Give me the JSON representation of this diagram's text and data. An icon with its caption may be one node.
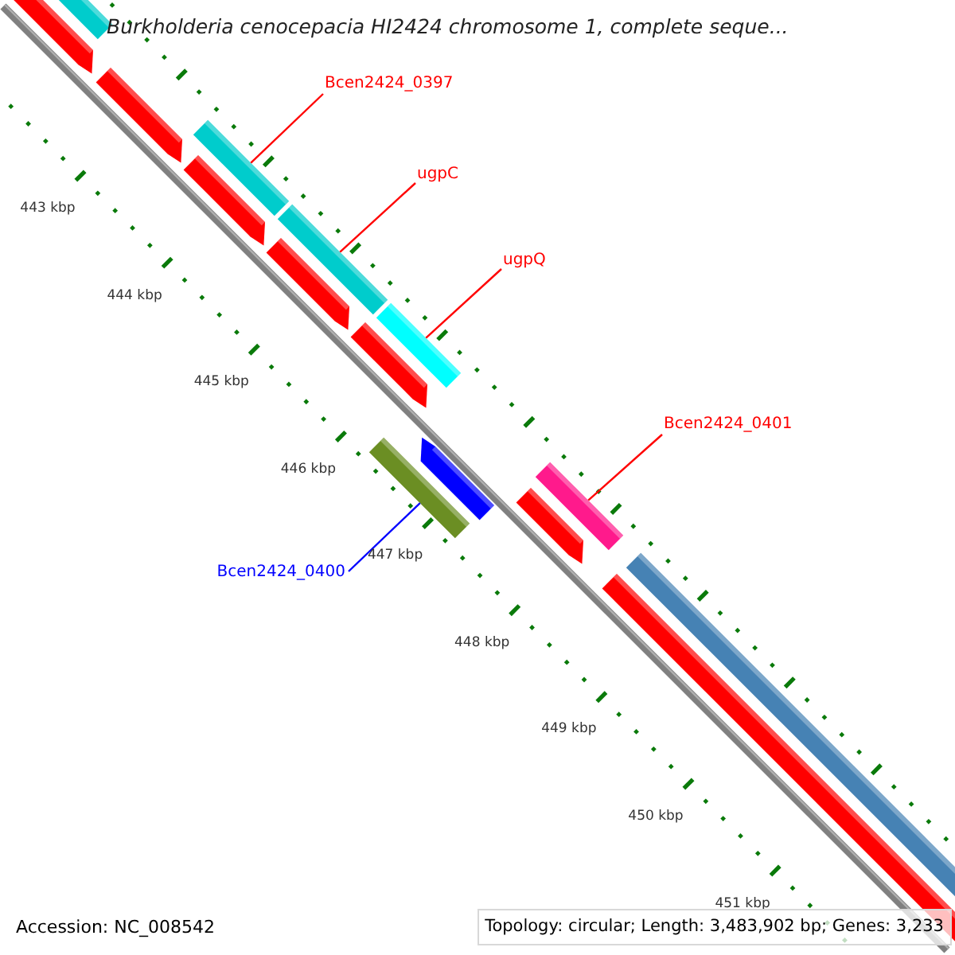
{
  "diagram": {
    "title": "Burkholderia cenocepacia HI2424 chromosome 1, complete seque...",
    "nodes": [
      {
        "text": [
          "Bcen2424_0397"
        ]
      },
      {
        "text": [],
        "shape": "bar"
      },
      {
        "text": [
          "ugpC"
        ]
      },
      {
        "text": [],
        "shape": "bar"
      },
      {
        "text": [
          "ugpQ"
        ]
      },
      {
        "text": [],
        "shape": "bar"
      },
      {
        "text": [
          "Bcen2424_0401"
        ]
      },
      {
        "text": [],
        "shape": "bar"
      },
      {
        "text": [
          "Bcen2424_0400"
        ]
      },
      {
        "text": [],
        "shape": "bar"
      }
    ],
    "edges": [
      {
        "from": 0,
        "to": 1,
        "arrow": "none"
      },
      {
        "from": 2,
        "to": 3,
        "arrow": "none"
      },
      {
        "from": 4,
        "to": 5,
        "arrow": "none"
      },
      {
        "from": 6,
        "to": 7,
        "arrow": "none"
      },
      {
        "from": 8,
        "to": 9,
        "arrow": "none",
        "color": "#0000ff"
      }
    ],
    "labels": [
      "443 kbp",
      "444 kbp",
      "445 kbp",
      "446 kbp",
      "447 kbp",
      "448 kbp",
      "449 kbp",
      "450 kbp",
      "451 kbp",
      "Accession: NC_008542",
      "Topology: circular; Length: 3,483,902 bp; Genes: 3,233"
    ]
  }
}
